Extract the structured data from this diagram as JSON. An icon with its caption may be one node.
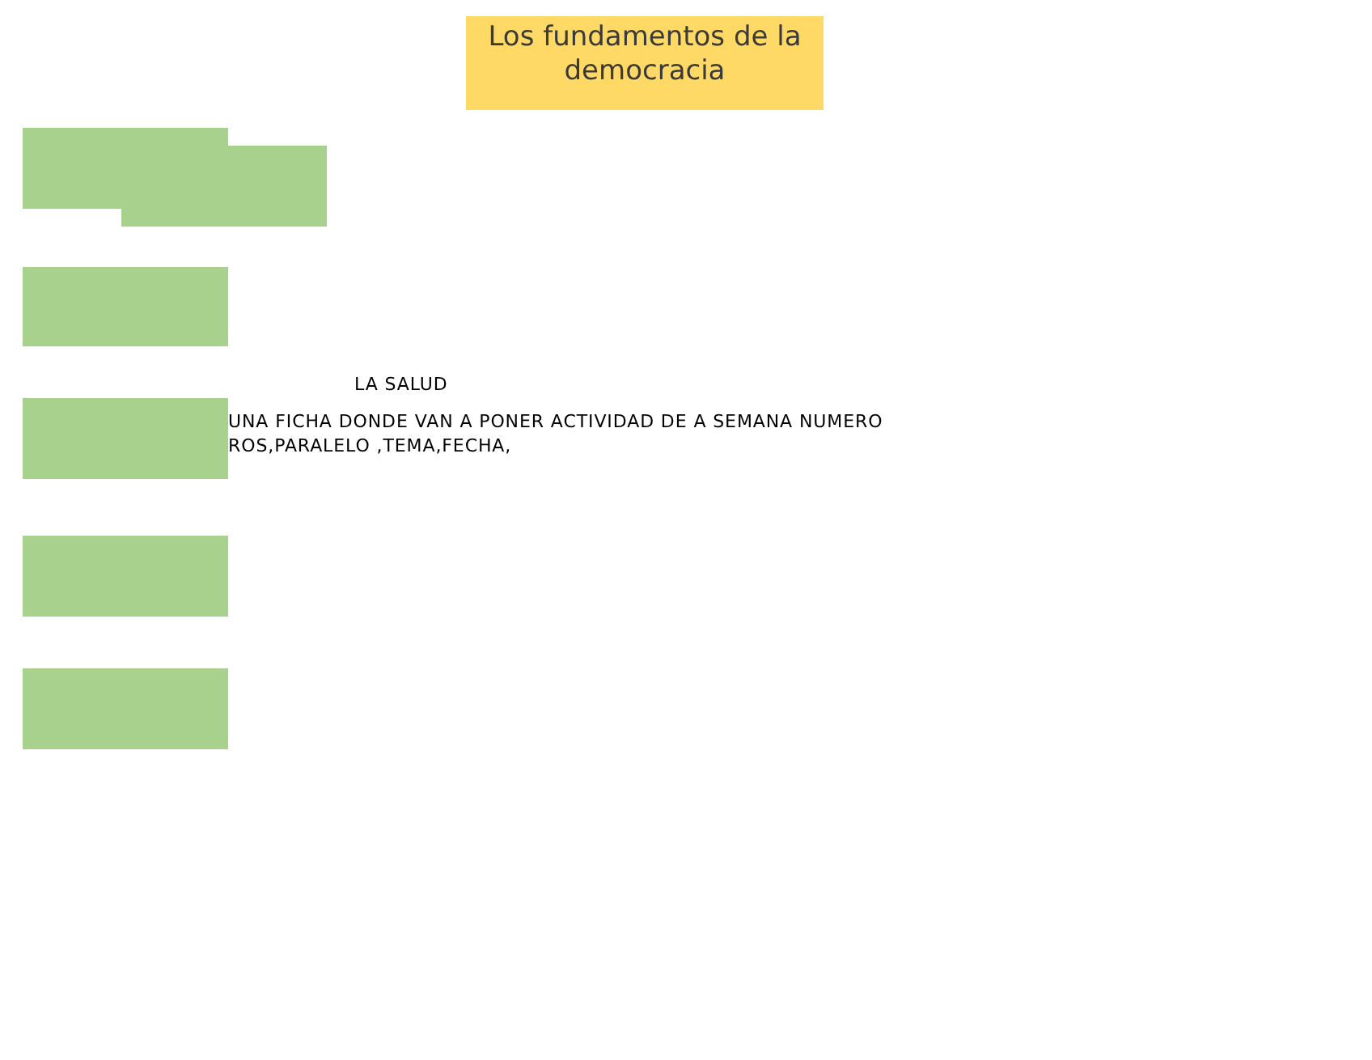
{
  "diagram": {
    "nodes": [
      {
        "text": [
          "Los fundamentos de la democracia"
        ]
      },
      {
        "text": [],
        "shape": "box"
      },
      {
        "text": [],
        "shape": "box"
      },
      {
        "text": [],
        "shape": "box"
      },
      {
        "text": [],
        "shape": "box",
        "beside": [
          "UNA FICHA DONDE VAN A PONER ACTIVIDAD DE A SEMANA NUMERO ROS,PARALELO ,TEMA,FECHA,"
        ]
      },
      {
        "text": [],
        "shape": "box"
      },
      {
        "text": [],
        "shape": "box"
      }
    ],
    "labels": [
      "LA SALUD"
    ]
  }
}
